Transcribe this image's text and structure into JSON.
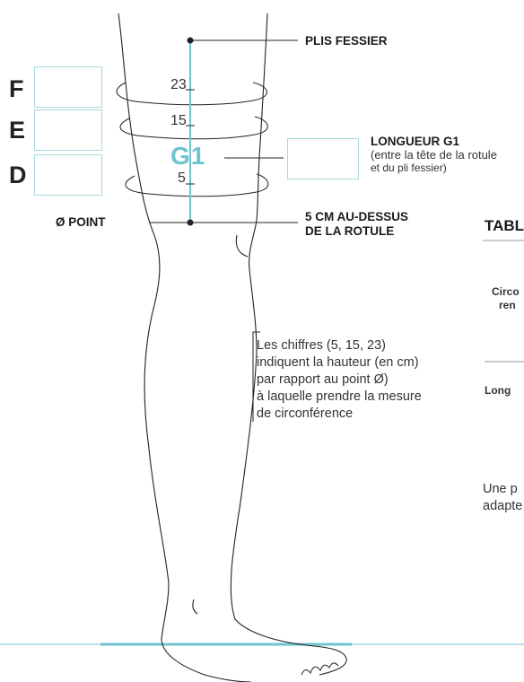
{
  "fields": {
    "f_letter": "F",
    "e_letter": "E",
    "d_letter": "D"
  },
  "labels": {
    "plis_fessier": "PLIS FESSIER",
    "longueur_g1": "LONGUEUR G1",
    "longueur_g1_note_1": "(entre la tête de la rotule",
    "longueur_g1_note_2": "et du pli fessier)",
    "point_zero": "Ø POINT",
    "five_cm_1": "5 CM AU-DESSUS",
    "five_cm_2": "DE LA ROTULE",
    "g1": "G1"
  },
  "heights": {
    "h23": "23",
    "h15": "15",
    "h5": "5"
  },
  "note": {
    "line1": "Les chiffres (5, 15, 23)",
    "line2": "indiquent la hauteur (en cm)",
    "line3": "par rapport au point Ø)",
    "line4": "à laquelle prendre la mesure",
    "line5": "de circonférence"
  },
  "right_panel": {
    "title_fragment": "TABL",
    "circ_fragment_1": "Circo",
    "circ_fragment_2": "ren",
    "long_fragment": "Long",
    "bottom_fragment_1": "Une p",
    "bottom_fragment_2": "adapte"
  },
  "colors": {
    "accent": "#6ec5cf",
    "ink": "#1a1a1a"
  }
}
